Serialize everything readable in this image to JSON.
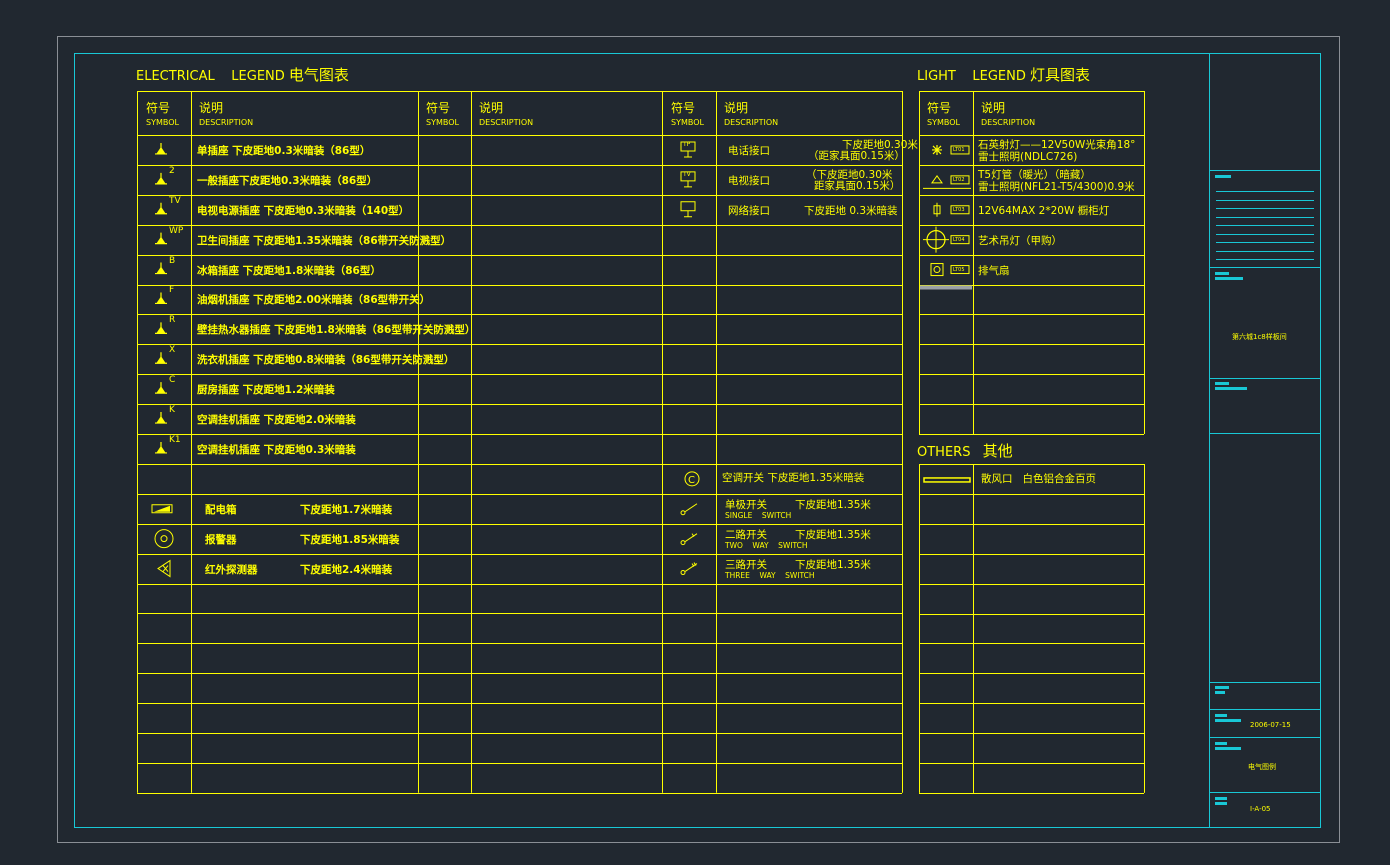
{
  "electrical": {
    "title_en": "ELECTRICAL    LEGEND",
    "title_cn": "电气图表",
    "header": {
      "symbol_cn": "符号",
      "symbol_en": "SYMBOL",
      "desc_cn": "说明",
      "desc_en": "DESCRIPTION"
    },
    "left_rows": [
      {
        "sup": "",
        "desc": "单插座   下皮距地0.3米暗装（86型）"
      },
      {
        "sup": "2",
        "desc": "一般插座下皮距地0.3米暗装（86型）"
      },
      {
        "sup": "TV",
        "desc": "电视电源插座  下皮距地0.3米暗装（140型）"
      },
      {
        "sup": "WP",
        "desc": "卫生间插座   下皮距地1.35米暗装（86带开关防溅型）"
      },
      {
        "sup": "B",
        "desc": "冰箱插座  下皮距地1.8米暗装（86型）"
      },
      {
        "sup": "F",
        "desc": "油烟机插座  下皮距地2.00米暗装（86型带开关）"
      },
      {
        "sup": "R",
        "desc": "壁挂热水器插座  下皮距地1.8米暗装（86型带开关防溅型）"
      },
      {
        "sup": "X",
        "desc": "洗衣机插座  下皮距地0.8米暗装（86型带开关防溅型）"
      },
      {
        "sup": "C",
        "desc": "厨房插座  下皮距地1.2米暗装"
      },
      {
        "sup": "K",
        "desc": "空调挂机插座  下皮距地2.0米暗装"
      },
      {
        "sup": "K1",
        "desc": "空调挂机插座  下皮距地0.3米暗装"
      }
    ],
    "left_rows2": [
      {
        "name": "配电箱",
        "spec": "下皮距地1.7米暗装"
      },
      {
        "name": "报警器",
        "spec": "下皮距地1.85米暗装"
      },
      {
        "name": "红外探测器",
        "spec": "下皮距地2.4米暗装"
      }
    ],
    "right_rows": [
      {
        "label": "TP",
        "name": "电话接口",
        "spec1": "下皮距地0.30米",
        "spec2": "（距家具面0.15米）"
      },
      {
        "label": "TV",
        "name": "电视接口",
        "spec1": "（下皮距地0.30米",
        "spec2": "距家具面0.15米）"
      },
      {
        "label": "",
        "name": "网络接口",
        "spec1": "下皮距地 0.3米暗装",
        "spec2": ""
      }
    ],
    "ac_switch": "空调开关    下皮距地1.35米暗装",
    "switches": [
      {
        "cn": "单极开关",
        "spec": "下皮距地1.35米",
        "en": "SINGLE    SWITCH"
      },
      {
        "cn": "二路开关",
        "spec": "下皮距地1.35米",
        "en": "TWO    WAY    SWITCH"
      },
      {
        "cn": "三路开关",
        "spec": "下皮距地1.35米",
        "en": "THREE    WAY    SWITCH"
      }
    ]
  },
  "light": {
    "title_en": "LIGHT    LEGEND",
    "title_cn": "灯具图表",
    "rows": [
      {
        "tag": "LT01",
        "line1": "石英射灯——12V50W光束角18°",
        "line2": "雷士照明(NDLC726)"
      },
      {
        "tag": "LT02",
        "line1": "T5灯管（暖光）（暗藏）",
        "line2": "雷士照明(NFL21-T5/4300)0.9米"
      },
      {
        "tag": "LT03",
        "line1": "12V64MAX 2*20W 橱柜灯",
        "line2": ""
      },
      {
        "tag": "LT04",
        "line1": "艺术吊灯（甲购）",
        "line2": ""
      },
      {
        "tag": "LT05",
        "line1": "排气扇",
        "line2": ""
      }
    ]
  },
  "others": {
    "title_en": "OTHERS",
    "title_cn": "其他",
    "rows": [
      {
        "desc": "散风口   白色铝合金百页"
      }
    ]
  },
  "title_block": {
    "project": "第六城1c8样板间",
    "date": "2006-07-15",
    "drawing_name": "电气图例",
    "drawing_no": "I-A-05"
  },
  "colors": {
    "background": "#212830",
    "line": "#ffff00",
    "frame": "#19c8d6",
    "outer_frame": "#8a8f95"
  }
}
